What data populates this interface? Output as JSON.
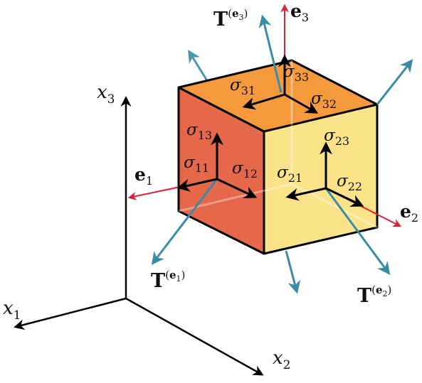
{
  "axes": {
    "x1": {
      "base": "x",
      "sub": "1"
    },
    "x2": {
      "base": "x",
      "sub": "2"
    },
    "x3": {
      "base": "x",
      "sub": "3"
    }
  },
  "unit_vectors": {
    "e1": {
      "base": "e",
      "sub": "1"
    },
    "e2": {
      "base": "e",
      "sub": "2"
    },
    "e3": {
      "base": "e",
      "sub": "3"
    }
  },
  "tractions": {
    "T1": {
      "base": "T",
      "sup_open": "(",
      "sup_e": "e",
      "sup_sub": "1",
      "sup_close": ")"
    },
    "T2": {
      "base": "T",
      "sup_open": "(",
      "sup_e": "e",
      "sup_sub": "2",
      "sup_close": ")"
    },
    "T3": {
      "base": "T",
      "sup_open": "(",
      "sup_e": "e",
      "sup_sub": "3",
      "sup_close": ")"
    }
  },
  "stresses": {
    "s11": {
      "base": "σ",
      "sub": "11"
    },
    "s12": {
      "base": "σ",
      "sub": "12"
    },
    "s13": {
      "base": "σ",
      "sub": "13"
    },
    "s21": {
      "base": "σ",
      "sub": "21"
    },
    "s22": {
      "base": "σ",
      "sub": "22"
    },
    "s23": {
      "base": "σ",
      "sub": "23"
    },
    "s31": {
      "base": "σ",
      "sub": "31"
    },
    "s32": {
      "base": "σ",
      "sub": "32"
    },
    "s33": {
      "base": "σ",
      "sub": "33"
    }
  },
  "colors": {
    "face_left": "#e5684a",
    "face_front": "#fbe38a",
    "face_top": "#f59a3c",
    "traction_arrow": "#3a8ca6",
    "unit_arrow": "#e0203a",
    "stress_arrow": "#000000",
    "edge": "#000000"
  }
}
